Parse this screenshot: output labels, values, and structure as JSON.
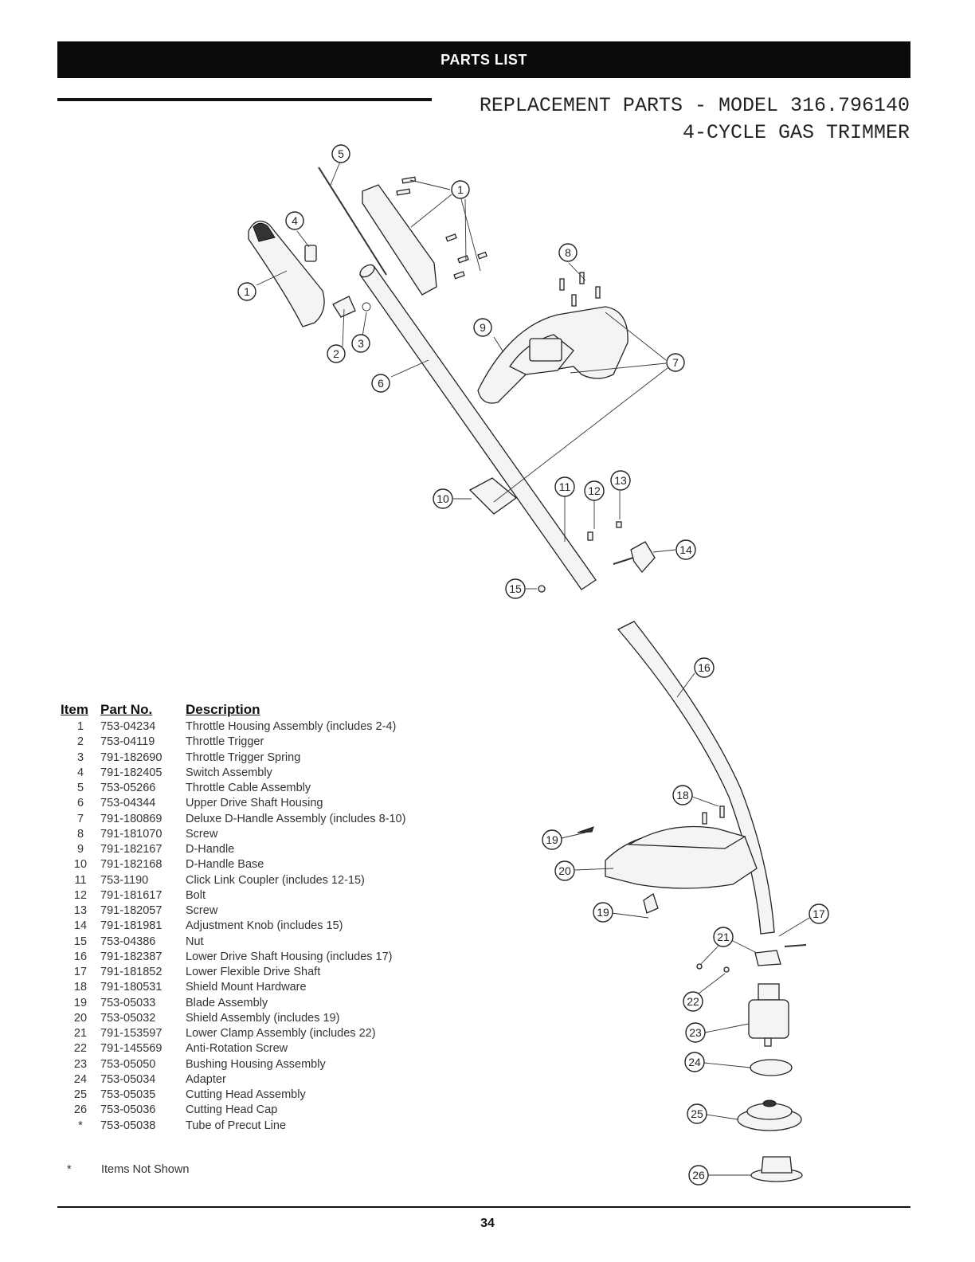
{
  "header": {
    "title": "PARTS LIST"
  },
  "heading": {
    "line1": "REPLACEMENT PARTS - MODEL 316.796140",
    "line2": "4-CYCLE GAS TRIMMER"
  },
  "table": {
    "headers": {
      "item": "Item",
      "part": "Part No.",
      "desc": "Description"
    },
    "rows": [
      {
        "item": "1",
        "part": "753-04234",
        "desc": "Throttle Housing Assembly (includes 2-4)"
      },
      {
        "item": "2",
        "part": "753-04119",
        "desc": "Throttle Trigger"
      },
      {
        "item": "3",
        "part": "791-182690",
        "desc": "Throttle Trigger Spring"
      },
      {
        "item": "4",
        "part": "791-182405",
        "desc": "Switch Assembly"
      },
      {
        "item": "5",
        "part": "753-05266",
        "desc": "Throttle Cable Assembly"
      },
      {
        "item": "6",
        "part": "753-04344",
        "desc": "Upper Drive Shaft Housing"
      },
      {
        "item": "7",
        "part": "791-180869",
        "desc": "Deluxe D-Handle Assembly (includes 8-10)"
      },
      {
        "item": "8",
        "part": "791-181070",
        "desc": "Screw"
      },
      {
        "item": "9",
        "part": "791-182167",
        "desc": "D-Handle"
      },
      {
        "item": "10",
        "part": "791-182168",
        "desc": "D-Handle Base"
      },
      {
        "item": "11",
        "part": "753-1190",
        "desc": "Click Link Coupler (includes 12-15)"
      },
      {
        "item": "12",
        "part": "791-181617",
        "desc": "Bolt"
      },
      {
        "item": "13",
        "part": "791-182057",
        "desc": "Screw"
      },
      {
        "item": "14",
        "part": "791-181981",
        "desc": "Adjustment Knob (includes 15)"
      },
      {
        "item": "15",
        "part": "753-04386",
        "desc": "Nut"
      },
      {
        "item": "16",
        "part": "791-182387",
        "desc": "Lower Drive Shaft Housing (includes 17)"
      },
      {
        "item": "17",
        "part": "791-181852",
        "desc": "Lower Flexible Drive Shaft"
      },
      {
        "item": "18",
        "part": "791-180531",
        "desc": "Shield Mount Hardware"
      },
      {
        "item": "19",
        "part": "753-05033",
        "desc": "Blade Assembly"
      },
      {
        "item": "20",
        "part": "753-05032",
        "desc": "Shield Assembly (includes 19)"
      },
      {
        "item": "21",
        "part": "791-153597",
        "desc": "Lower Clamp Assembly (includes 22)"
      },
      {
        "item": "22",
        "part": "791-145569",
        "desc": "Anti-Rotation Screw"
      },
      {
        "item": "23",
        "part": "753-05050",
        "desc": "Bushing Housing Assembly"
      },
      {
        "item": "24",
        "part": "753-05034",
        "desc": "Adapter"
      },
      {
        "item": "25",
        "part": "753-05035",
        "desc": "Cutting Head Assembly"
      },
      {
        "item": "26",
        "part": "753-05036",
        "desc": "Cutting Head Cap"
      },
      {
        "item": "*",
        "part": "753-05038",
        "desc": "Tube of Precut Line"
      }
    ]
  },
  "footnote": {
    "star": "*",
    "text": "Items Not Shown"
  },
  "callouts": [
    "1",
    "1",
    "2",
    "3",
    "4",
    "5",
    "6",
    "7",
    "8",
    "9",
    "10",
    "11",
    "12",
    "13",
    "14",
    "15",
    "16",
    "17",
    "18",
    "19",
    "19",
    "20",
    "21",
    "22",
    "23",
    "24",
    "25",
    "26"
  ],
  "page_number": "34"
}
